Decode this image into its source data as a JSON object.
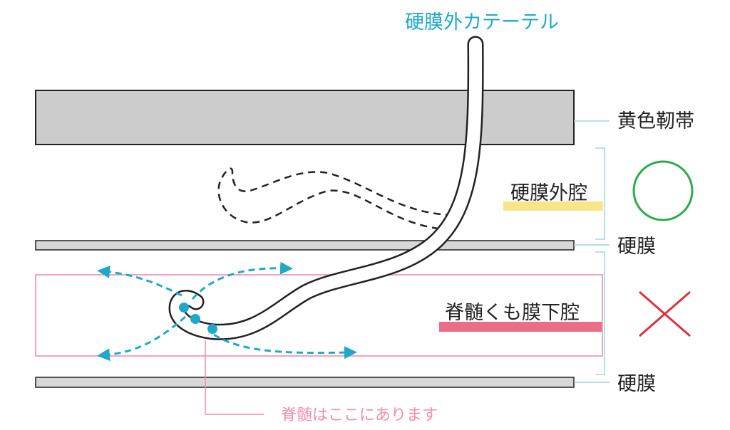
{
  "labels": {
    "catheter": "硬膜外カテーテル",
    "ligament": "黄色靭帯",
    "epidural_space": "硬膜外腔",
    "dura_upper": "硬膜",
    "subarachnoid": "脊髄くも膜下腔",
    "dura_lower": "硬膜",
    "spinal_cord_note": "脊髄はここにあります"
  },
  "marks": {
    "epidural_mark": "circle (correct)",
    "subarachnoid_mark": "cross (incorrect)"
  },
  "colors": {
    "cyan": "#1ea9c9",
    "pink_box": "#f4a3bf",
    "pink_highlight": "#ea6f86",
    "yellow_highlight": "#f7e58a",
    "green_circle": "#2eaa4a",
    "red_cross": "#d9323f",
    "ligament_fill": "#cccccc",
    "dura_fill": "#d7d7d7"
  }
}
